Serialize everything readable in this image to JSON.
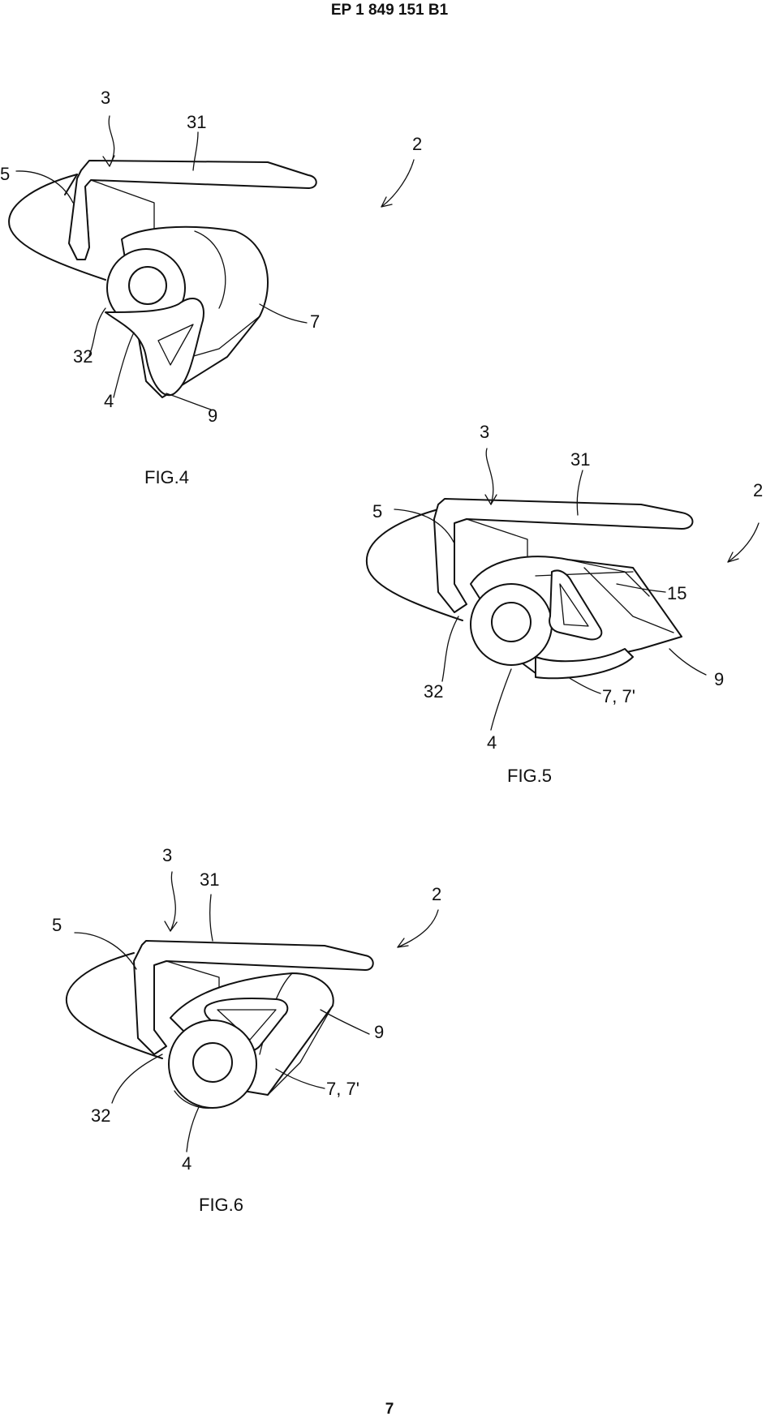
{
  "header": {
    "doc_number": "EP 1 849 151 B1"
  },
  "footer": {
    "page_number": "7"
  },
  "figures": [
    {
      "caption": "FIG.4",
      "labels": {
        "assembly": "2",
        "hook": "3",
        "top_wall": "31",
        "side_wall": "32",
        "pivot": "4",
        "guide": "5",
        "body": "7",
        "tab": "9"
      }
    },
    {
      "caption": "FIG.5",
      "labels": {
        "assembly": "2",
        "hook": "3",
        "top_wall": "31",
        "guide": "5",
        "surface": "15",
        "side_wall": "32",
        "pivot": "4",
        "body": "7, 7'",
        "tab": "9"
      }
    },
    {
      "caption": "FIG.6",
      "labels": {
        "hook": "3",
        "top_wall": "31",
        "assembly": "2",
        "guide": "5",
        "tab": "9",
        "body": "7, 7'",
        "side_wall": "32",
        "pivot": "4"
      }
    }
  ]
}
